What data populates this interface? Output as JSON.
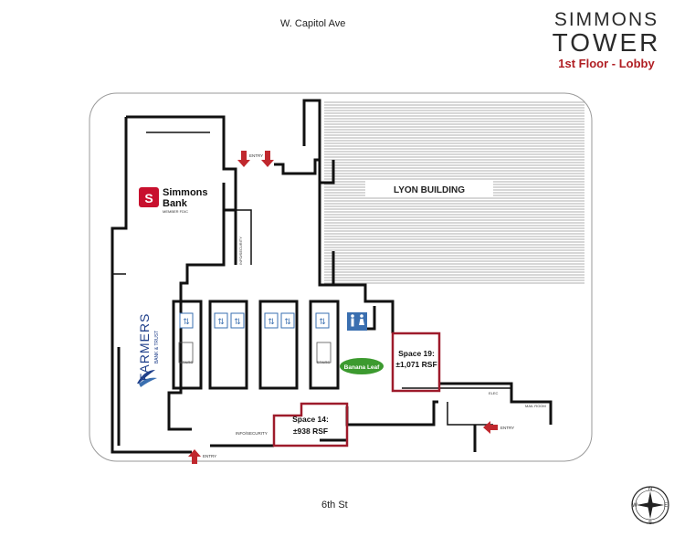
{
  "streets": {
    "north": "W. Capitol Ave",
    "south": "6th St"
  },
  "brand": {
    "line1": "SIMMONS",
    "line2": "TOWER",
    "floor": "1st Floor - Lobby"
  },
  "tenants": {
    "simmons": {
      "name_1": "Simmons",
      "name_2": "Bank",
      "sub": "MEMBER FDIC"
    },
    "farmers": {
      "name": "FARMERS",
      "sub": "BANK & TRUST"
    },
    "banana_leaf": "Banana Leaf"
  },
  "buildings": {
    "lyon": "LYON BUILDING"
  },
  "spaces": [
    {
      "name": "Space 19:",
      "area": "±1,071 RSF"
    },
    {
      "name": "Space 14:",
      "area": "±938 RSF"
    }
  ],
  "labels": {
    "entry": "ENTRY",
    "info_security": "INFO/SECURITY",
    "stairs": "STAIRS",
    "mail_room": "MAIL ROOM",
    "elec": "ELEC"
  },
  "compass": {
    "n": "N",
    "e": "E",
    "s": "S",
    "w": "W"
  },
  "colors": {
    "space_outline": "#9e1b2b",
    "entry_arrow": "#c0282e",
    "wall": "#111111",
    "lyon_hatch": "#9a9a9a",
    "elevator": "#3a6fb0"
  }
}
